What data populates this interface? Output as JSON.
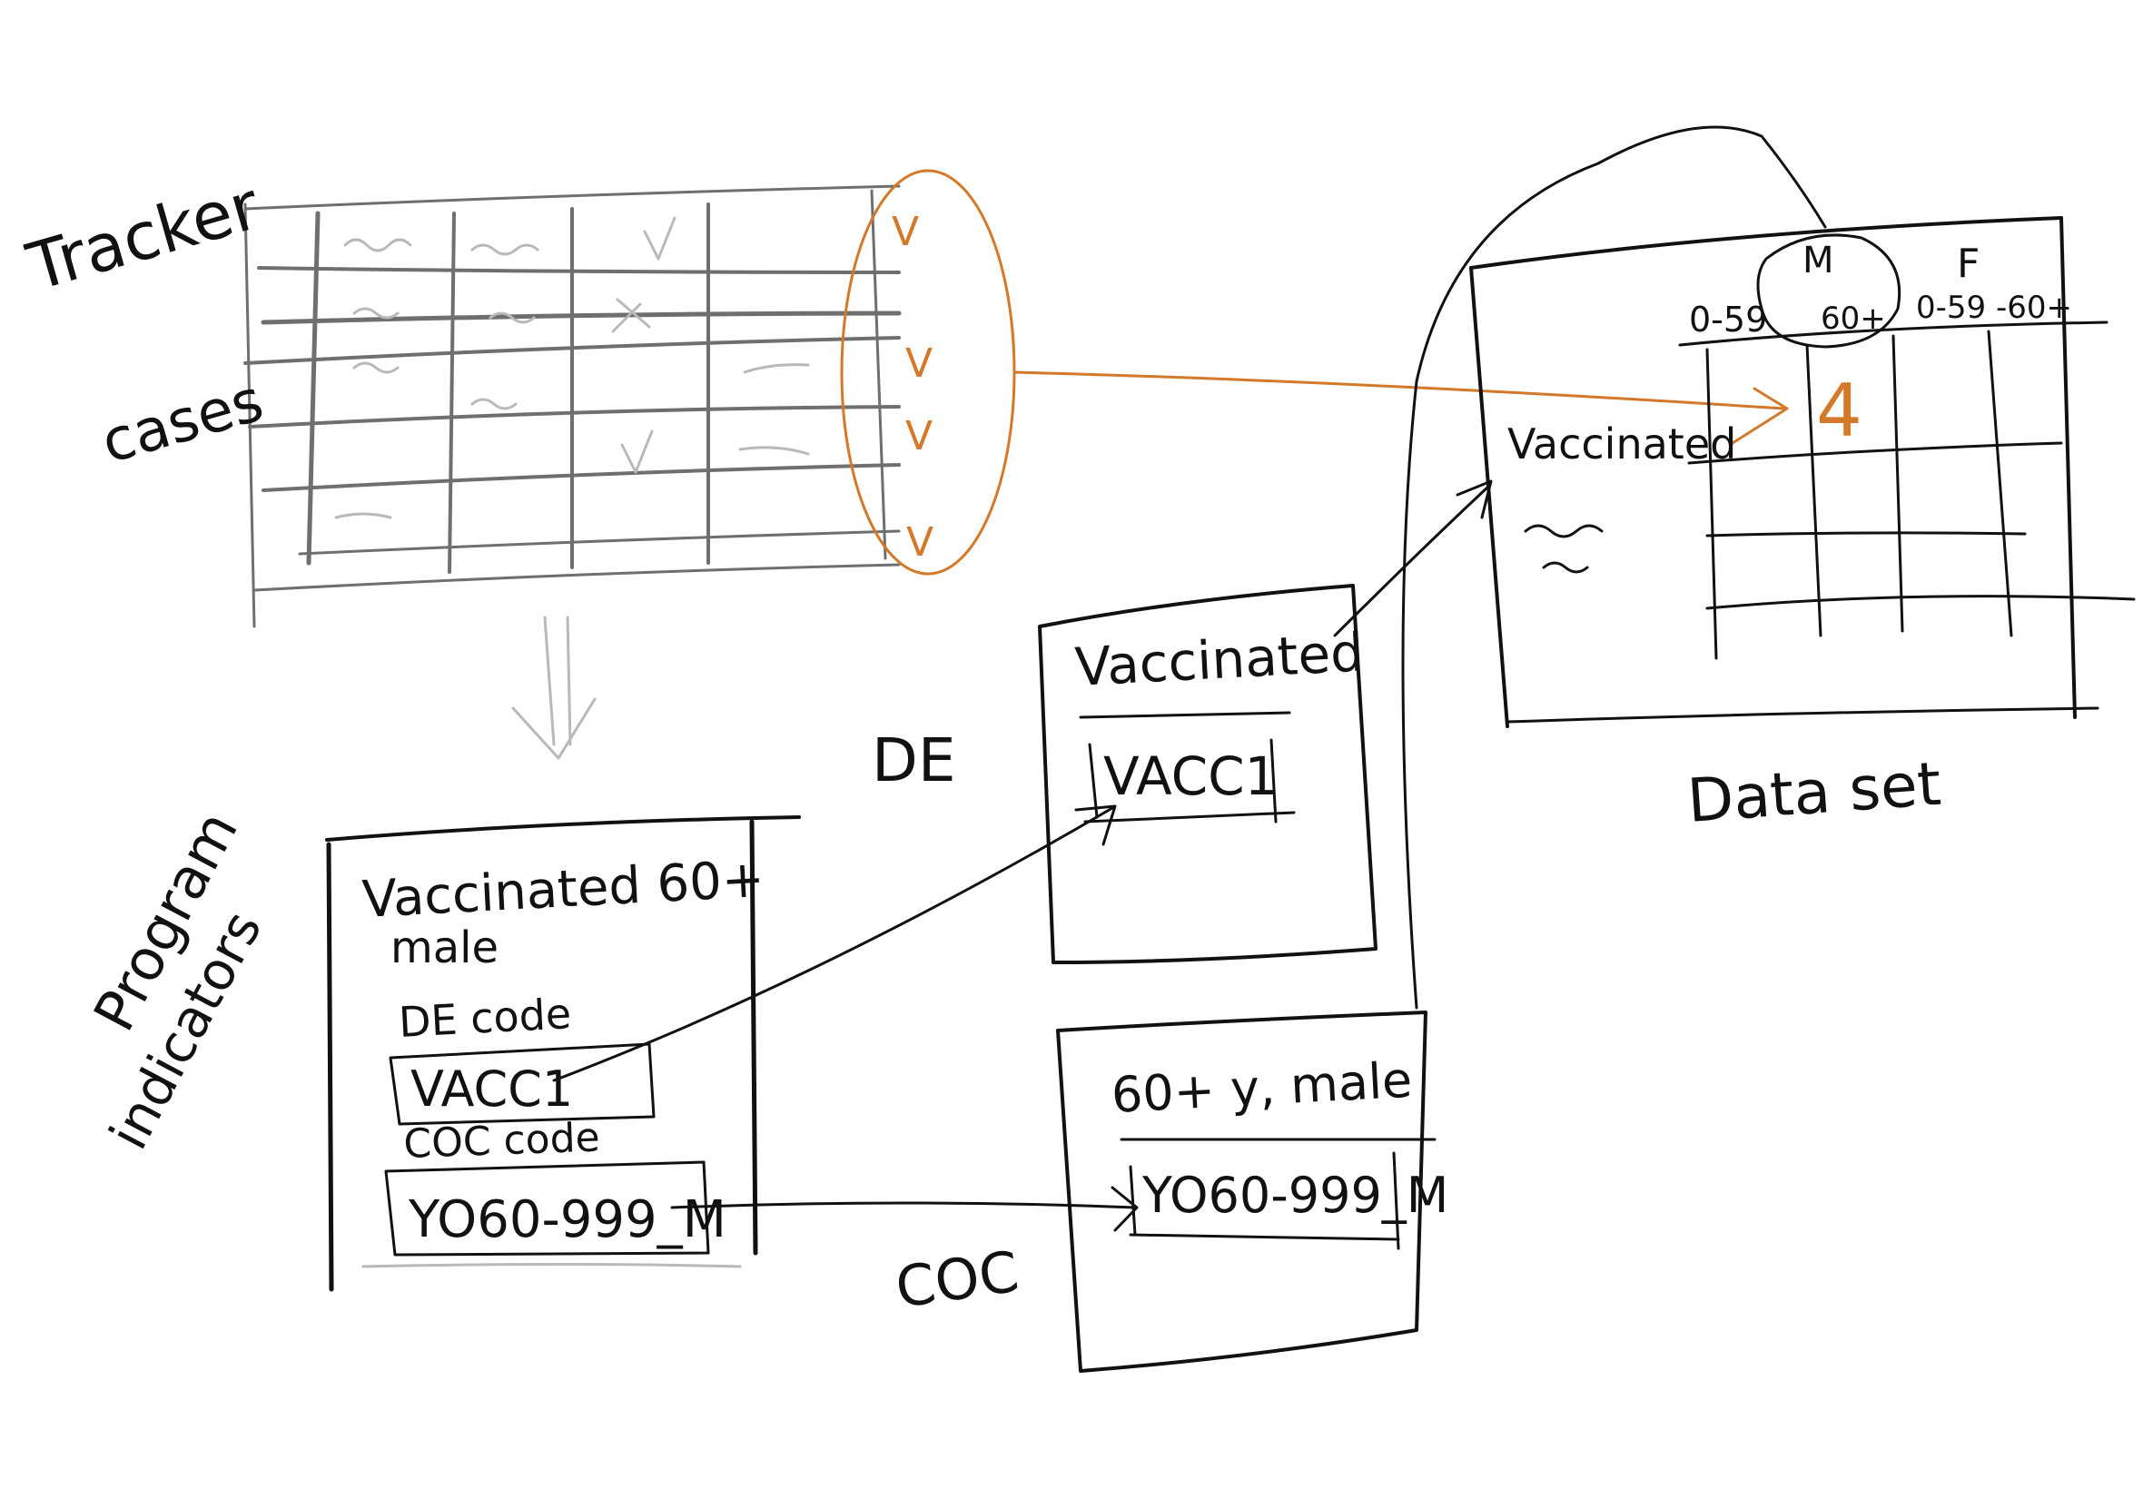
{
  "labels": {
    "tracker": "Tracker",
    "cases": "cases",
    "program": "Program",
    "indicators": "indicators",
    "de_side": "DE",
    "coc_side": "COC",
    "data_set": "Data set"
  },
  "program_indicator": {
    "title_line1": "Vaccinated 60+",
    "title_line2": "male",
    "de_code_label": "DE code",
    "de_code_value": "VACC1",
    "coc_code_label": "COC code",
    "coc_code_value": "YO60-999_M"
  },
  "data_element": {
    "name": "Vaccinated",
    "code": "VACC1"
  },
  "category_option_combo": {
    "name": "60+ y, male",
    "code": "YO60-999_M"
  },
  "data_set": {
    "row_label": "Vaccinated",
    "col_m": "M",
    "col_f": "F",
    "m_sub_1": "0-59",
    "m_sub_2": "60+",
    "f_sub": "0-59 -60+",
    "value": "4"
  },
  "tracker_checks": [
    "V",
    "V",
    "V",
    "V"
  ],
  "colors": {
    "ink": "#111111",
    "pencil": "#6f6f6f",
    "highlight": "#d4782a"
  }
}
